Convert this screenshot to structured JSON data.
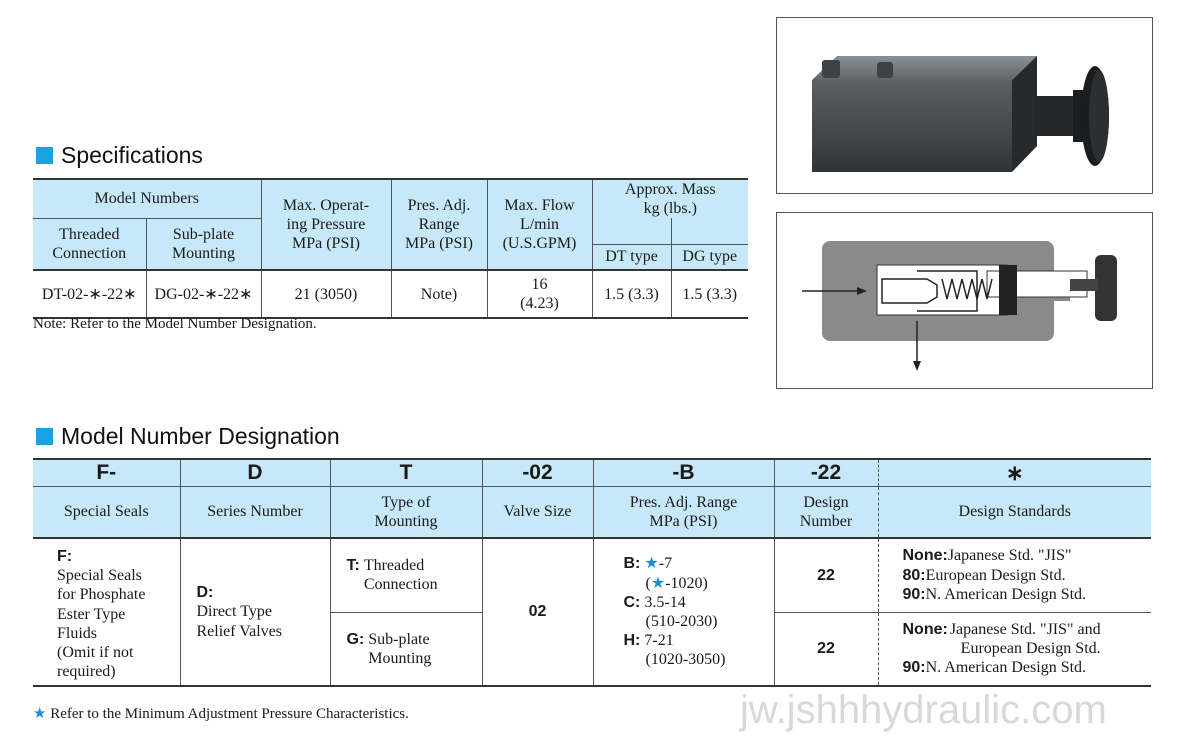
{
  "specifications": {
    "title": "Specifications",
    "headers": {
      "model_numbers": "Model Numbers",
      "threaded": "Threaded\nConnection",
      "subplate": "Sub-plate\nMounting",
      "max_pressure": "Max. Operat-\ning Pressure\nMPa (PSI)",
      "pres_adj": "Pres. Adj.\nRange\nMPa (PSI)",
      "max_flow": "Max. Flow\nL/min\n(U.S.GPM)",
      "mass": "Approx. Mass\nkg (lbs.)",
      "dt_type": "DT type",
      "dg_type": "DG type"
    },
    "row": {
      "threaded": "DT-02-∗-22∗",
      "subplate": "DG-02-∗-22∗",
      "max_pressure": "21 (3050)",
      "pres_adj": "Note)",
      "max_flow": "16\n(4.23)",
      "dt_mass": "1.5 (3.3)",
      "dg_mass": "1.5 (3.3)"
    },
    "note": "Note: Refer to the Model Number Designation."
  },
  "designation": {
    "title": "Model Number Designation",
    "codes": [
      "F-",
      "D",
      "T",
      "-02",
      "-B",
      "-22",
      "∗"
    ],
    "labels": [
      "Special Seals",
      "Series Number",
      "Type of\nMounting",
      "Valve Size",
      "Pres. Adj. Range\nMPa (PSI)",
      "Design\nNumber",
      "Design Standards"
    ],
    "seals_key": "F:",
    "seals_desc": "Special Seals\nfor Phosphate\nEster Type\nFluids\n(Omit if not\nrequired)",
    "series_key": "D:",
    "series_desc": "Direct Type\nRelief Valves",
    "mount_t_key": "T:",
    "mount_t_desc": "Threaded\nConnection",
    "mount_g_key": "G:",
    "mount_g_desc": "Sub-plate\nMounting",
    "valve_size": "02",
    "range_b_key": "B:",
    "range_b_val": "-7",
    "range_b_psi": "-1020)",
    "range_c_key": "C:",
    "range_c_val": "3.5-14",
    "range_c_psi": "(510-2030)",
    "range_h_key": "H:",
    "range_h_val": "7-21",
    "range_h_psi": "(1020-3050)",
    "design_number_1": "22",
    "design_number_2": "22",
    "std1_none_key": "None:",
    "std1_none": "Japanese Std. \"JIS\"",
    "std1_80_key": "80:",
    "std1_80": "European Design Std.",
    "std1_90_key": "90:",
    "std1_90": "N. American Design Std.",
    "std2_none_key": "None:",
    "std2_none": "Japanese Std. \"JIS\" and\nEuropean Design Std.",
    "std2_90_key": "90:",
    "std2_90": "N. American Design Std."
  },
  "footnote": "Refer to the Minimum Adjustment Pressure Characteristics.",
  "watermark": "jw.jshhhydraulic.com",
  "colors": {
    "accent": "#1aa3e0",
    "header_bg": "#c7e8f8",
    "star": "#1a8fd6"
  },
  "icons": {
    "star": "★"
  }
}
